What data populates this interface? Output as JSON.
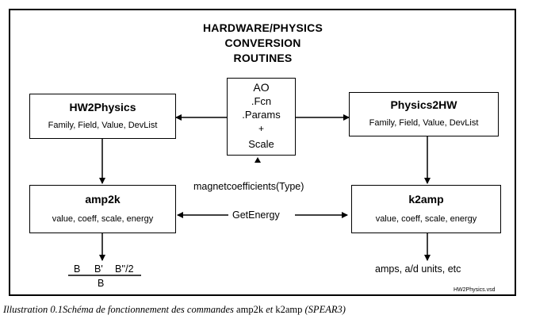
{
  "diagram": {
    "title_lines": [
      "HARDWARE/PHYSICS",
      "CONVERSION",
      "ROUTINES"
    ],
    "hw2physics": {
      "title": "HW2Physics",
      "params": "Family, Field, Value, DevList"
    },
    "physics2hw": {
      "title": "Physics2HW",
      "params": "Family, Field, Value, DevList"
    },
    "ao_box": {
      "lines": [
        "AO",
        ".Fcn",
        ".Params",
        "+",
        "Scale"
      ]
    },
    "amp2k": {
      "title": "amp2k",
      "params": "value, coeff, scale, energy"
    },
    "k2amp": {
      "title": "k2amp",
      "params": "value, coeff, scale, energy"
    },
    "magnet_coefficients_label": "magnetcoefficients(Type)",
    "get_energy_label": "GetEnergy",
    "b_output": {
      "terms": [
        "B",
        "B'",
        "B''/2"
      ],
      "denominator": "B"
    },
    "amps_output": "amps, a/d units, etc",
    "file_tag": "HW2Physics.vsd"
  },
  "caption": {
    "prefix": "Illustration 0.1Schéma de fonctionnement des commandes ",
    "cmd1": "amp2k",
    "middle": " et ",
    "cmd2": "k2amp",
    "suffix": " (SPEAR3)"
  }
}
